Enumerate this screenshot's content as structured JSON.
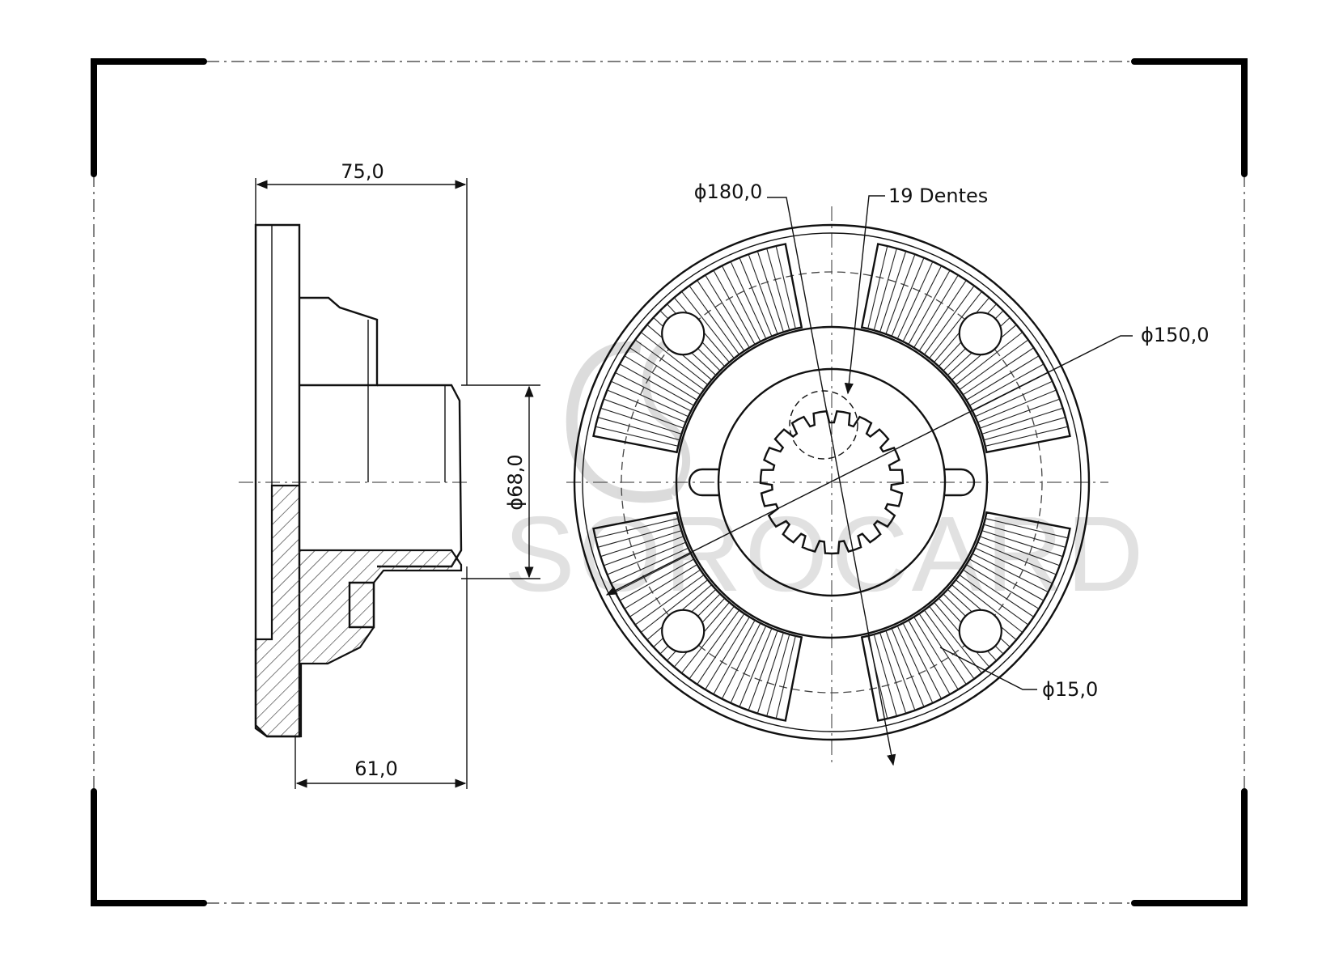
{
  "drawing": {
    "watermark": "SOROCARD",
    "side_view": {
      "overall_length_label": "75,0",
      "hub_length_label": "61,0",
      "pilot_diameter_label": "ϕ68,0"
    },
    "front_view": {
      "outer_diameter_label": "ϕ180,0",
      "teeth_label": "19 Dentes",
      "bolt_circle_label": "ϕ150,0",
      "hole_diameter_label": "ϕ15,0",
      "spline_teeth_count": 19,
      "bolt_hole_count": 4
    }
  }
}
